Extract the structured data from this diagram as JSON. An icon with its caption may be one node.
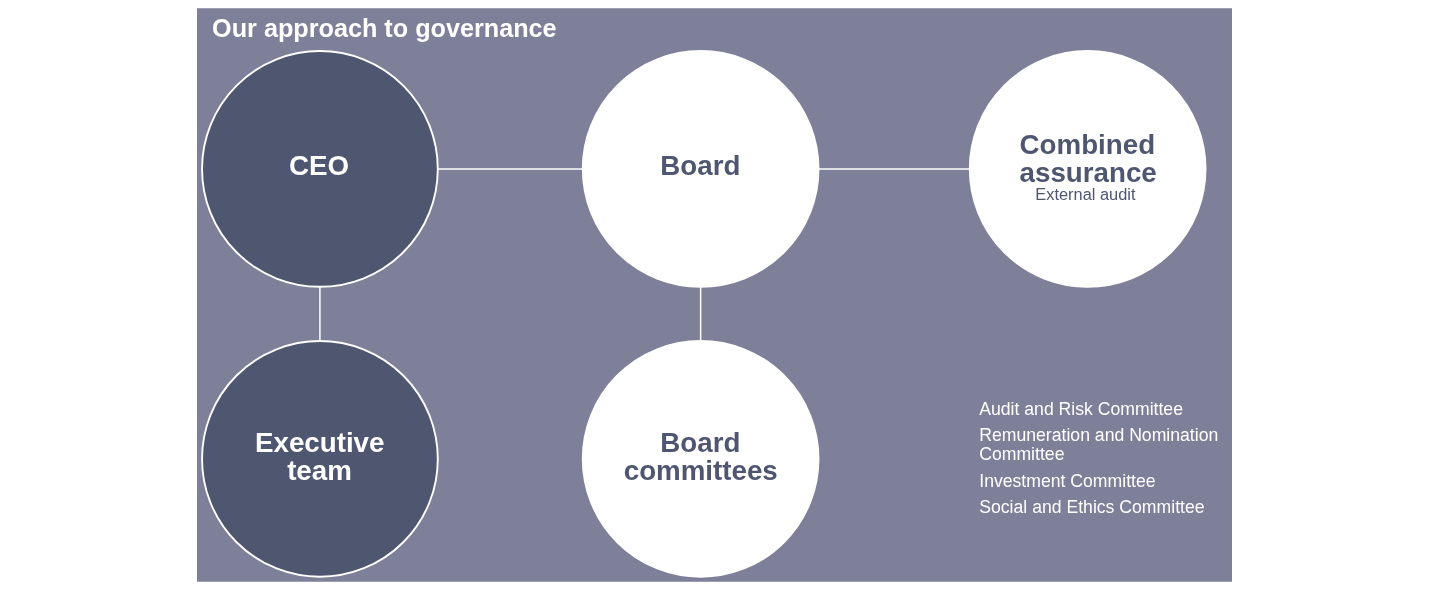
{
  "diagram": {
    "title": "Our approach to governance",
    "nodes": [
      {
        "text": [
          "CEO"
        ]
      },
      {
        "text": [
          "Board"
        ]
      },
      {
        "text": [
          "Combined assurance",
          "External audit"
        ]
      },
      {
        "text": [
          "Executive team"
        ]
      },
      {
        "text": [
          "Board committees"
        ]
      }
    ],
    "edges": [
      {
        "from": 0,
        "to": 1,
        "arrow": "none"
      },
      {
        "from": 1,
        "to": 2,
        "arrow": "none"
      },
      {
        "from": 0,
        "to": 3,
        "arrow": "none"
      },
      {
        "from": 1,
        "to": 4,
        "arrow": "none"
      }
    ],
    "labels": [
      "Audit and Risk Committee",
      "Remuneration and Nomination Committee",
      "Investment Committee",
      "Social and Ethics Committee"
    ]
  }
}
